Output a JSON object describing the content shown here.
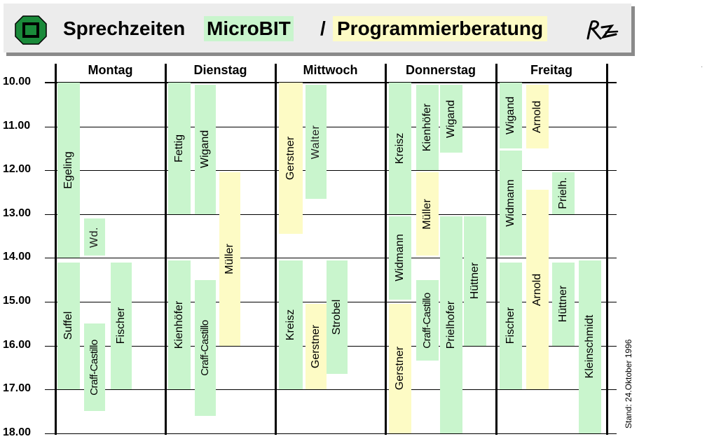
{
  "header": {
    "title_prefix": "Sprechzeiten",
    "title_microbit": "MicroBIT",
    "title_slash": "/",
    "title_programmierberatung": "Programmierberatung",
    "logo_icon": "green-square-logo-icon",
    "signature_icon": "signature-icon",
    "colors": {
      "green": "#c9f5cd",
      "yellow": "#fdfbc5",
      "logo": "#1a8a3a"
    }
  },
  "days": [
    "Montag",
    "Dienstag",
    "Mittwoch",
    "Donnerstag",
    "Freitag"
  ],
  "hours": [
    "10.00",
    "11.00",
    "12.00",
    "13.00",
    "14.00",
    "15.00",
    "16.00",
    "17.00",
    "18.00"
  ],
  "slots": [
    {
      "day": 0,
      "lane": 0,
      "start": 10.0,
      "end": 14.0,
      "name": "Egeling",
      "color": "green"
    },
    {
      "day": 0,
      "lane": 1,
      "start": 13.1,
      "end": 13.95,
      "name": "Wd.",
      "color": "green"
    },
    {
      "day": 0,
      "lane": 0,
      "start": 14.1,
      "end": 17.0,
      "name": "Suffel",
      "color": "green"
    },
    {
      "day": 0,
      "lane": 1,
      "start": 15.5,
      "end": 17.5,
      "name": "Craff-Castillo",
      "color": "green"
    },
    {
      "day": 0,
      "lane": 2,
      "start": 14.1,
      "end": 17.0,
      "name": "Fischer",
      "color": "green"
    },
    {
      "day": 1,
      "lane": 0,
      "start": 10.0,
      "end": 13.0,
      "name": "Fettig",
      "color": "green"
    },
    {
      "day": 1,
      "lane": 1,
      "start": 10.05,
      "end": 13.0,
      "name": "Wigand",
      "color": "green"
    },
    {
      "day": 1,
      "lane": 2,
      "start": 12.05,
      "end": 16.0,
      "name": "Müller",
      "color": "yellow"
    },
    {
      "day": 1,
      "lane": 0,
      "start": 14.05,
      "end": 17.0,
      "name": "Kienhöfer",
      "color": "green"
    },
    {
      "day": 1,
      "lane": 1,
      "start": 14.5,
      "end": 17.6,
      "name": "Craff-Castillo",
      "color": "green"
    },
    {
      "day": 2,
      "lane": 0,
      "start": 10.0,
      "end": 13.45,
      "name": "Gerstner",
      "color": "yellow"
    },
    {
      "day": 2,
      "lane": 1,
      "start": 10.05,
      "end": 12.65,
      "name": "Walter",
      "color": "green"
    },
    {
      "day": 2,
      "lane": 0,
      "start": 14.05,
      "end": 17.0,
      "name": "Kreisz",
      "color": "green"
    },
    {
      "day": 2,
      "lane": 1,
      "start": 15.05,
      "end": 17.0,
      "name": "Gerstner",
      "color": "yellow"
    },
    {
      "day": 2,
      "lane": 2,
      "start": 14.05,
      "end": 16.65,
      "name": "Strobel",
      "color": "green"
    },
    {
      "day": 3,
      "lane": 0,
      "start": 10.0,
      "end": 13.0,
      "name": "Kreisz",
      "color": "green"
    },
    {
      "day": 3,
      "lane": 1,
      "start": 10.05,
      "end": 12.0,
      "name": "Kienhöfer",
      "color": "green"
    },
    {
      "day": 3,
      "lane": 2,
      "start": 10.05,
      "end": 11.6,
      "name": "Wigand",
      "color": "green"
    },
    {
      "day": 3,
      "lane": 1,
      "start": 12.05,
      "end": 13.95,
      "name": "Müller",
      "color": "yellow"
    },
    {
      "day": 3,
      "lane": 0,
      "start": 13.05,
      "end": 14.95,
      "name": "Widmann",
      "color": "green"
    },
    {
      "day": 3,
      "lane": 1,
      "start": 14.5,
      "end": 16.35,
      "name": "Craff-Castillo",
      "color": "green"
    },
    {
      "day": 3,
      "lane": 0,
      "start": 15.05,
      "end": 18.0,
      "name": "Gerstner",
      "color": "yellow"
    },
    {
      "day": 3,
      "lane": 2,
      "start": 13.05,
      "end": 18.0,
      "name": "Prielhofer",
      "color": "green"
    },
    {
      "day": 3,
      "lane": 3,
      "start": 13.05,
      "end": 16.0,
      "name": "Hüttner",
      "color": "green"
    },
    {
      "day": 4,
      "lane": 0,
      "start": 10.0,
      "end": 11.5,
      "name": "Wigand",
      "color": "green"
    },
    {
      "day": 4,
      "lane": 1,
      "start": 10.05,
      "end": 11.5,
      "name": "Arnold",
      "color": "yellow"
    },
    {
      "day": 4,
      "lane": 0,
      "start": 11.55,
      "end": 13.95,
      "name": "Widmann",
      "color": "green"
    },
    {
      "day": 4,
      "lane": 2,
      "start": 12.05,
      "end": 13.0,
      "name": "Prielh.",
      "color": "green"
    },
    {
      "day": 4,
      "lane": 1,
      "start": 12.45,
      "end": 17.0,
      "name": "Arnold",
      "color": "yellow"
    },
    {
      "day": 4,
      "lane": 0,
      "start": 14.1,
      "end": 17.0,
      "name": "Fischer",
      "color": "green"
    },
    {
      "day": 4,
      "lane": 2,
      "start": 14.1,
      "end": 16.0,
      "name": "Hüttner",
      "color": "green"
    },
    {
      "day": 4,
      "lane": 3,
      "start": 14.05,
      "end": 18.0,
      "name": "Kleinschmidt",
      "color": "green"
    }
  ],
  "stand": "Stand: 24.Oktober 1996"
}
